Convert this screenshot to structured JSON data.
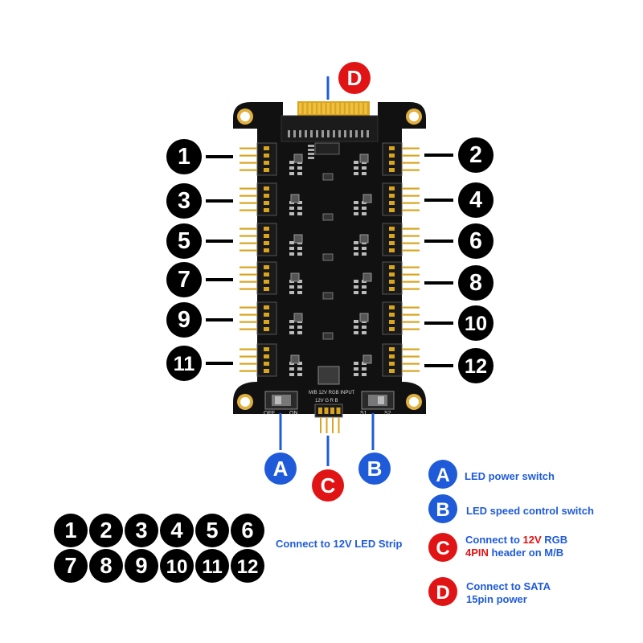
{
  "colors": {
    "board": "#111111",
    "gold": "#d9a520",
    "blue_circle": "#1f5bd8",
    "red_circle": "#e01414",
    "text_blue": "#1f5bd8",
    "text_red": "#e01414"
  },
  "callouts": {
    "top": "D",
    "bottom_left": "A",
    "bottom_center": "C",
    "bottom_right": "B"
  },
  "ports_left": [
    "1",
    "3",
    "5",
    "7",
    "9",
    "11"
  ],
  "ports_right": [
    "2",
    "4",
    "6",
    "8",
    "10",
    "12"
  ],
  "board": {
    "off_label": "OFF",
    "on_label": "ON",
    "s1_label": "S1",
    "s2_label": "S2",
    "input_label": "M/B 12V RGB INPUT",
    "pin_labels": "12V G R B"
  },
  "legend": {
    "numbers_row1": [
      "1",
      "2",
      "3",
      "4",
      "5",
      "6"
    ],
    "numbers_row2": [
      "7",
      "8",
      "9",
      "10",
      "11",
      "12"
    ],
    "strip_text": "Connect  to 12V LED Strip",
    "items": [
      {
        "badge": "A",
        "text": "LED power switch"
      },
      {
        "badge": "B",
        "text": "LED speed control switch"
      },
      {
        "badge": "C",
        "text_prefix": "Connect to ",
        "text_highlight": "12V",
        "text_mid": " RGB",
        "text_line2_highlight": "4PIN",
        "text_line2": " header on M/B"
      },
      {
        "badge": "D",
        "text_line1": "Connect  to SATA",
        "text_line2": "15pin power"
      }
    ]
  }
}
